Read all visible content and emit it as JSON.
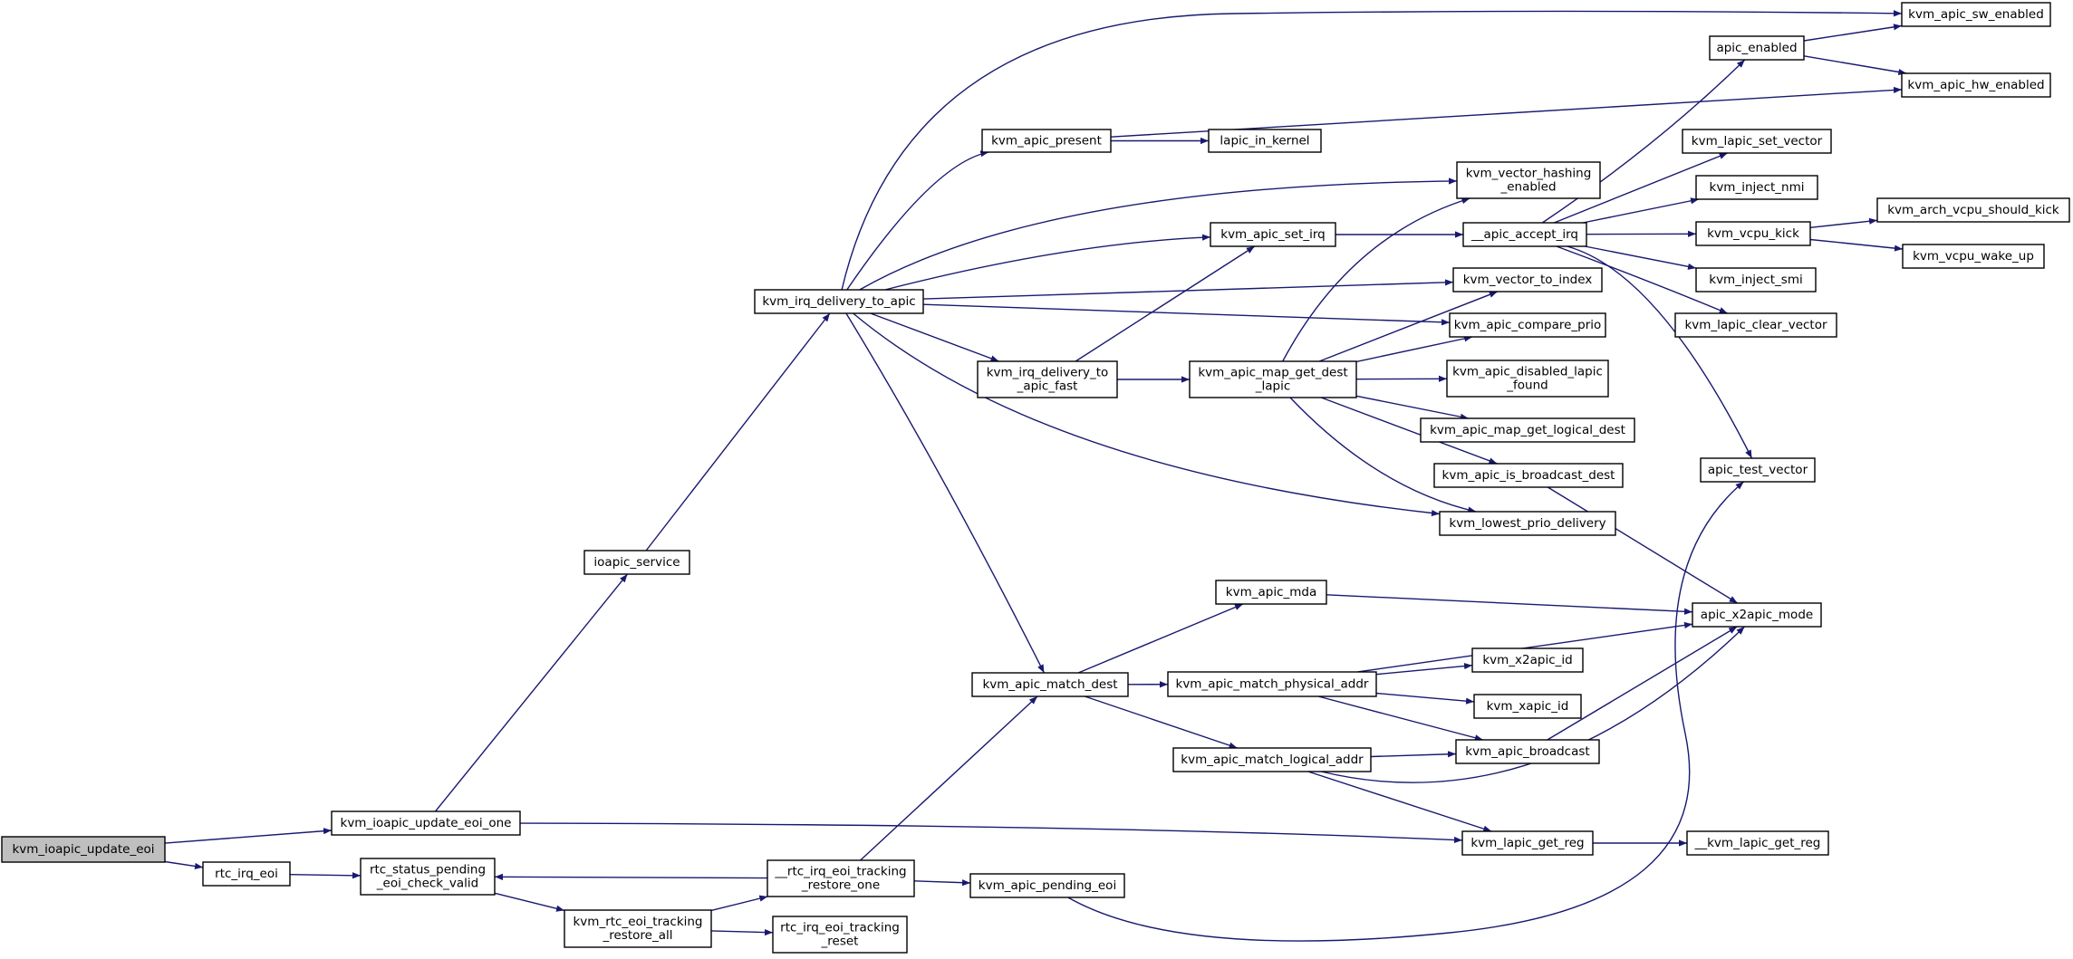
{
  "graph": {
    "type": "call-graph",
    "nodes": [
      {
        "id": "root",
        "lines": [
          "kvm_ioapic_update_eoi"
        ],
        "highlighted": true
      },
      {
        "id": "upd_one",
        "lines": [
          "kvm_ioapic_update_eoi_one"
        ]
      },
      {
        "id": "rtc_irq_eoi",
        "lines": [
          "rtc_irq_eoi"
        ]
      },
      {
        "id": "ioapic_service",
        "lines": [
          "ioapic_service"
        ]
      },
      {
        "id": "irq_del",
        "lines": [
          "kvm_irq_delivery_to_apic"
        ]
      },
      {
        "id": "rtc_status",
        "lines": [
          "rtc_status_pending",
          "_eoi_check_valid"
        ]
      },
      {
        "id": "rtc_restore_all",
        "lines": [
          "kvm_rtc_eoi_tracking",
          "_restore_all"
        ]
      },
      {
        "id": "rtc_restore_one",
        "lines": [
          "__rtc_irq_eoi_tracking",
          "_restore_one"
        ]
      },
      {
        "id": "rtc_reset",
        "lines": [
          "rtc_irq_eoi_tracking",
          "_reset"
        ]
      },
      {
        "id": "apic_present",
        "lines": [
          "kvm_apic_present"
        ]
      },
      {
        "id": "irq_fast",
        "lines": [
          "kvm_irq_delivery_to",
          "_apic_fast"
        ]
      },
      {
        "id": "match_dest",
        "lines": [
          "kvm_apic_match_dest"
        ]
      },
      {
        "id": "pending_eoi",
        "lines": [
          "kvm_apic_pending_eoi"
        ]
      },
      {
        "id": "lapic_in_kernel",
        "lines": [
          "lapic_in_kernel"
        ]
      },
      {
        "id": "set_irq",
        "lines": [
          "kvm_apic_set_irq"
        ]
      },
      {
        "id": "map_get",
        "lines": [
          "kvm_apic_map_get_dest",
          "_lapic"
        ]
      },
      {
        "id": "mda",
        "lines": [
          "kvm_apic_mda"
        ]
      },
      {
        "id": "match_phys",
        "lines": [
          "kvm_apic_match_physical_addr"
        ]
      },
      {
        "id": "match_log",
        "lines": [
          "kvm_apic_match_logical_addr"
        ]
      },
      {
        "id": "vec_hash",
        "lines": [
          "kvm_vector_hashing",
          "_enabled"
        ]
      },
      {
        "id": "accept_irq",
        "lines": [
          "__apic_accept_irq"
        ]
      },
      {
        "id": "vec_idx",
        "lines": [
          "kvm_vector_to_index"
        ]
      },
      {
        "id": "cmp_prio",
        "lines": [
          "kvm_apic_compare_prio"
        ]
      },
      {
        "id": "dis_lapic",
        "lines": [
          "kvm_apic_disabled_lapic",
          "_found"
        ]
      },
      {
        "id": "logical_dest",
        "lines": [
          "kvm_apic_map_get_logical_dest"
        ]
      },
      {
        "id": "is_bcast",
        "lines": [
          "kvm_apic_is_broadcast_dest"
        ]
      },
      {
        "id": "lowest_prio",
        "lines": [
          "kvm_lowest_prio_delivery"
        ]
      },
      {
        "id": "x2apic_id",
        "lines": [
          "kvm_x2apic_id"
        ]
      },
      {
        "id": "xapic_id",
        "lines": [
          "kvm_xapic_id"
        ]
      },
      {
        "id": "apic_bcast",
        "lines": [
          "kvm_apic_broadcast"
        ]
      },
      {
        "id": "lapic_get_reg",
        "lines": [
          "kvm_lapic_get_reg"
        ]
      },
      {
        "id": "apic_enabled",
        "lines": [
          "apic_enabled"
        ]
      },
      {
        "id": "set_vector",
        "lines": [
          "kvm_lapic_set_vector"
        ]
      },
      {
        "id": "inject_nmi",
        "lines": [
          "kvm_inject_nmi"
        ]
      },
      {
        "id": "vcpu_kick",
        "lines": [
          "kvm_vcpu_kick"
        ]
      },
      {
        "id": "inject_smi",
        "lines": [
          "kvm_inject_smi"
        ]
      },
      {
        "id": "clear_vector",
        "lines": [
          "kvm_lapic_clear_vector"
        ]
      },
      {
        "id": "test_vector",
        "lines": [
          "apic_test_vector"
        ]
      },
      {
        "id": "x2apic_mode",
        "lines": [
          "apic_x2apic_mode"
        ]
      },
      {
        "id": "__get_reg",
        "lines": [
          "__kvm_lapic_get_reg"
        ]
      },
      {
        "id": "sw_enabled",
        "lines": [
          "kvm_apic_sw_enabled"
        ]
      },
      {
        "id": "hw_enabled",
        "lines": [
          "kvm_apic_hw_enabled"
        ]
      },
      {
        "id": "should_kick",
        "lines": [
          "kvm_arch_vcpu_should_kick"
        ]
      },
      {
        "id": "wake_up",
        "lines": [
          "kvm_vcpu_wake_up"
        ]
      }
    ],
    "edges": [
      [
        "root",
        "upd_one"
      ],
      [
        "root",
        "rtc_irq_eoi"
      ],
      [
        "upd_one",
        "ioapic_service"
      ],
      [
        "upd_one",
        "lapic_get_reg"
      ],
      [
        "ioapic_service",
        "irq_del"
      ],
      [
        "rtc_irq_eoi",
        "rtc_status"
      ],
      [
        "rtc_status",
        "rtc_restore_all"
      ],
      [
        "rtc_restore_all",
        "rtc_restore_one"
      ],
      [
        "rtc_restore_all",
        "rtc_reset"
      ],
      [
        "rtc_restore_one",
        "rtc_status"
      ],
      [
        "rtc_restore_one",
        "match_dest"
      ],
      [
        "rtc_restore_one",
        "pending_eoi"
      ],
      [
        "irq_del",
        "sw_enabled"
      ],
      [
        "irq_del",
        "apic_present"
      ],
      [
        "irq_del",
        "vec_hash"
      ],
      [
        "irq_del",
        "set_irq"
      ],
      [
        "irq_del",
        "vec_idx"
      ],
      [
        "irq_del",
        "cmp_prio"
      ],
      [
        "irq_del",
        "irq_fast"
      ],
      [
        "irq_del",
        "lowest_prio"
      ],
      [
        "irq_del",
        "match_dest"
      ],
      [
        "apic_present",
        "lapic_in_kernel"
      ],
      [
        "apic_present",
        "hw_enabled"
      ],
      [
        "irq_fast",
        "set_irq"
      ],
      [
        "irq_fast",
        "map_get"
      ],
      [
        "set_irq",
        "accept_irq"
      ],
      [
        "map_get",
        "vec_hash"
      ],
      [
        "map_get",
        "vec_idx"
      ],
      [
        "map_get",
        "cmp_prio"
      ],
      [
        "map_get",
        "dis_lapic"
      ],
      [
        "map_get",
        "logical_dest"
      ],
      [
        "map_get",
        "is_bcast"
      ],
      [
        "map_get",
        "lowest_prio"
      ],
      [
        "match_dest",
        "mda"
      ],
      [
        "match_dest",
        "match_phys"
      ],
      [
        "match_dest",
        "match_log"
      ],
      [
        "mda",
        "x2apic_mode"
      ],
      [
        "match_phys",
        "x2apic_mode"
      ],
      [
        "match_phys",
        "x2apic_id"
      ],
      [
        "match_phys",
        "xapic_id"
      ],
      [
        "match_phys",
        "apic_bcast"
      ],
      [
        "match_log",
        "apic_bcast"
      ],
      [
        "match_log",
        "x2apic_mode"
      ],
      [
        "match_log",
        "lapic_get_reg"
      ],
      [
        "apic_bcast",
        "x2apic_mode"
      ],
      [
        "is_bcast",
        "x2apic_mode"
      ],
      [
        "lapic_get_reg",
        "__get_reg"
      ],
      [
        "pending_eoi",
        "test_vector"
      ],
      [
        "accept_irq",
        "apic_enabled"
      ],
      [
        "accept_irq",
        "set_vector"
      ],
      [
        "accept_irq",
        "inject_nmi"
      ],
      [
        "accept_irq",
        "vcpu_kick"
      ],
      [
        "accept_irq",
        "inject_smi"
      ],
      [
        "accept_irq",
        "clear_vector"
      ],
      [
        "accept_irq",
        "test_vector"
      ],
      [
        "apic_enabled",
        "sw_enabled"
      ],
      [
        "apic_enabled",
        "hw_enabled"
      ],
      [
        "vcpu_kick",
        "should_kick"
      ],
      [
        "vcpu_kick",
        "wake_up"
      ]
    ]
  }
}
